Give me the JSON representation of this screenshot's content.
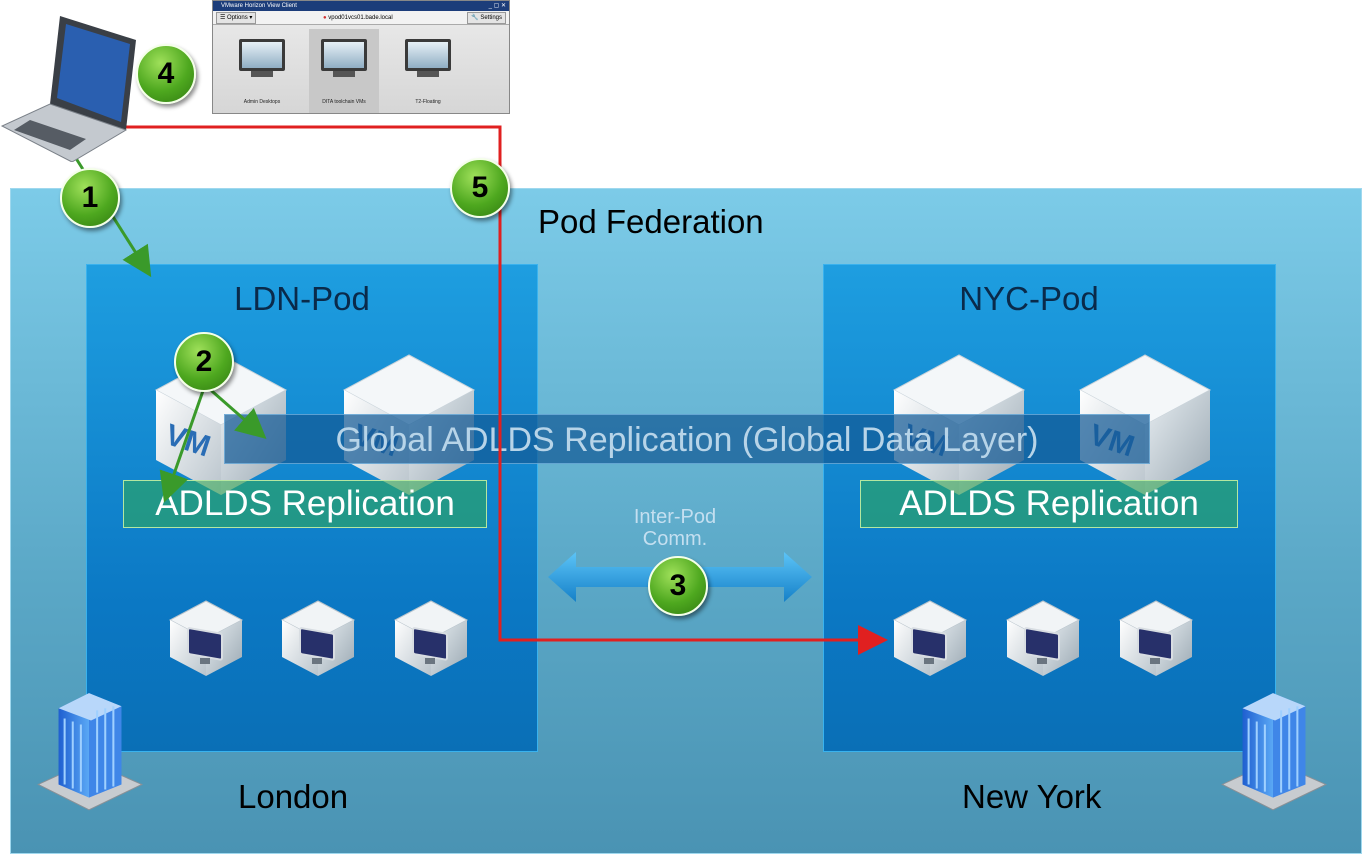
{
  "federation": {
    "title": "Pod Federation"
  },
  "pods": [
    {
      "name": "LDN-Pod",
      "replication_label": "ADLDS Replication",
      "site": "London"
    },
    {
      "name": "NYC-Pod",
      "replication_label": "ADLDS Replication",
      "site": "New York"
    }
  ],
  "global_replication": {
    "label": "Global ADLDS Replication (Global Data Layer)"
  },
  "inter_pod": {
    "label_line1": "Inter-Pod",
    "label_line2": "Comm."
  },
  "vm_label": "VM",
  "steps": [
    "1",
    "2",
    "3",
    "4",
    "5"
  ],
  "view_client": {
    "title": "VMware Horizon View Client",
    "server": "vpod01vcs01.bade.local",
    "options_label": "Options",
    "settings_label": "Settings",
    "items": [
      "Admin Desktops",
      "DITA toolchain VMs",
      "T2-Floating"
    ]
  },
  "colors": {
    "step_badge": "#4ea81f",
    "connection_line": "#e02020",
    "flow_arrow": "#3a9a2a",
    "pod": "#0b78c4",
    "federation": "#7ccbe8"
  },
  "icons": {
    "client": "laptop-icon",
    "vm": "vm-cube-icon",
    "desktop": "virtual-desktop-icon",
    "site": "office-building-icon",
    "arrow": "double-arrow-icon"
  }
}
